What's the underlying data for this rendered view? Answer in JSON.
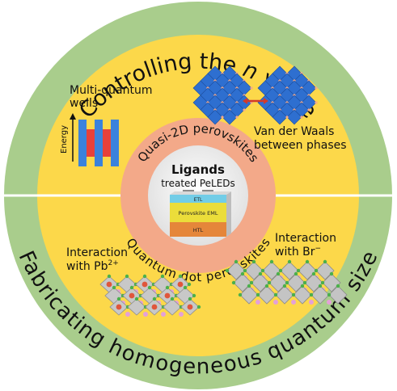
{
  "outer_ring": {
    "top_text": "Controlling the ",
    "top_italic": "n",
    "top_tail": " value",
    "bottom_text": "Fabricating homogeneous quantum size"
  },
  "middle_ring": {
    "top_text": "Quasi-2D perovskites",
    "bottom_text": "Quantum dot perovskites"
  },
  "center": {
    "title": "Ligands",
    "subtitle": "treated PeLEDs",
    "layers": [
      "ETL",
      "Perovskite EML",
      "HTL"
    ]
  },
  "panels": {
    "mqw_label_1": "Multi-quantum",
    "mqw_label_2": "wells",
    "energy_label": "Energy",
    "vdw_label_1": "Van der Waals",
    "vdw_label_2": "between phases",
    "pb_label_1": "Interaction",
    "pb_label_2": "with Pb",
    "pb_sup": "2+",
    "br_label_1": "Interaction",
    "br_label_2": "with Br",
    "br_sup": "−"
  },
  "colors": {
    "outer_green": "#a9cd8c",
    "inner_yellow": "#fcd84a",
    "ring_salmon": "#f3a989",
    "center_fill": "#f3f3f3",
    "octahedron_blue": "#2e6fd0",
    "mqw_red": "#e8413a",
    "mqw_blue": "#3a82dc",
    "etl_color": "#72cde7",
    "eml_color": "#ebdd3a",
    "htl_color": "#e5863a"
  }
}
